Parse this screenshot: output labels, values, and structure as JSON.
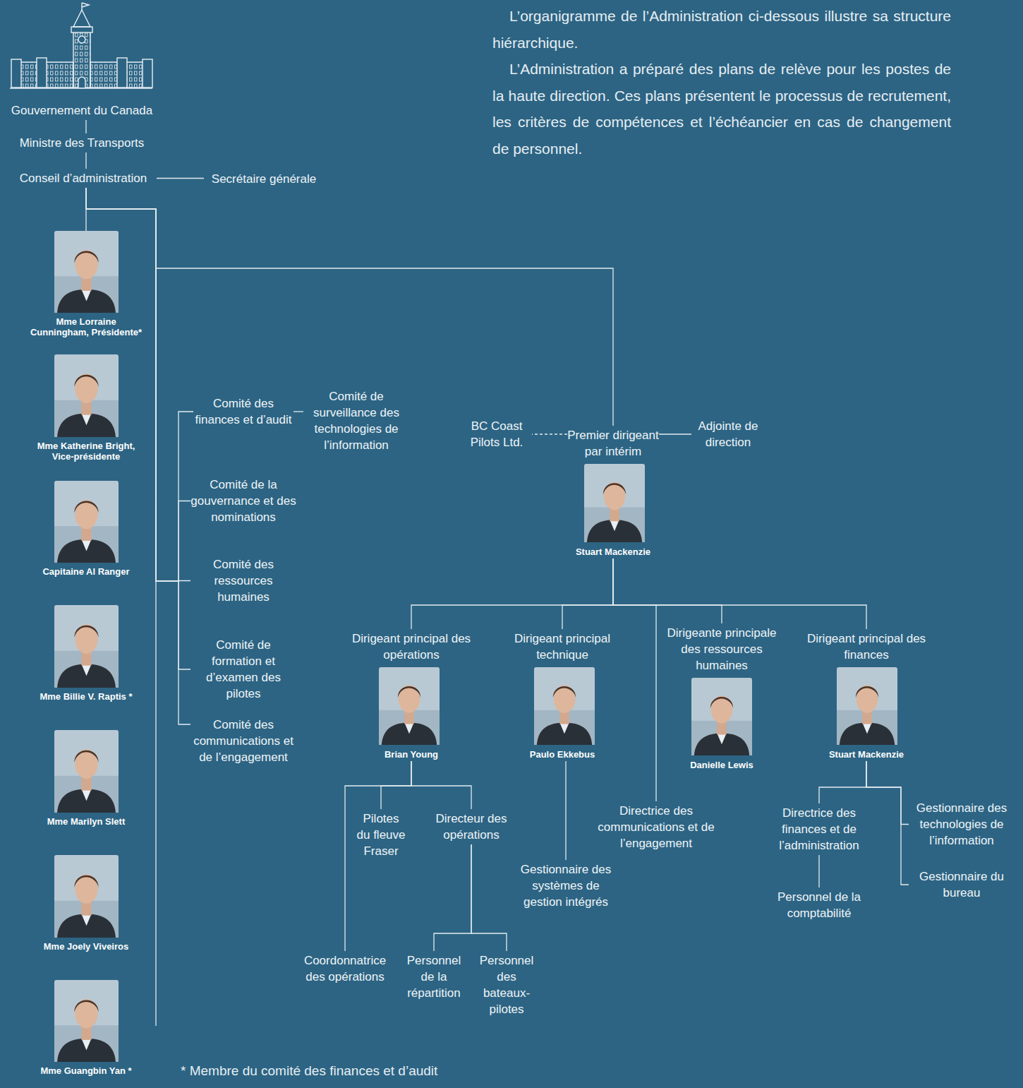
{
  "diagram": {
    "nodes": [
      {
        "text": [
          "Gouvernement du Canada"
        ]
      },
      {
        "text": [
          "Ministre des Transports"
        ]
      },
      {
        "text": [
          "Conseil d’administration"
        ]
      },
      {
        "text": [
          "Secrétaire générale"
        ]
      },
      {
        "text": [
          "Mme Lorraine Cunningham, Présidente*"
        ]
      },
      {
        "text": [
          "Mme Katherine Bright, Vice-présidente"
        ]
      },
      {
        "text": [
          "Capitaine Al Ranger"
        ]
      },
      {
        "text": [
          "Mme Billie V. Raptis *"
        ]
      },
      {
        "text": [
          "Mme Marilyn Slett"
        ]
      },
      {
        "text": [
          "Mme Joely Viveiros"
        ]
      },
      {
        "text": [
          "Mme Guangbin Yan *"
        ]
      },
      {
        "text": [
          "Comité des finances et d’audit"
        ]
      },
      {
        "text": [
          "Comité de surveillance des technologies de l’information"
        ]
      },
      {
        "text": [
          "Comité de la gouvernance et des nominations"
        ]
      },
      {
        "text": [
          "Comité des ressources humaines"
        ]
      },
      {
        "text": [
          "Comité de formation et d’examen des pilotes"
        ]
      },
      {
        "text": [
          "Comité des communications et de l’engagement"
        ]
      },
      {
        "text": [
          "Premier dirigeant par intérim",
          "Stuart Mackenzie"
        ]
      },
      {
        "text": [
          "BC Coast Pilots Ltd."
        ]
      },
      {
        "text": [
          "Adjointe de direction"
        ]
      },
      {
        "text": [
          "Dirigeant principal des opérations",
          "Brian Young"
        ]
      },
      {
        "text": [
          "Dirigeant principal technique",
          "Paulo Ekkebus"
        ]
      },
      {
        "text": [
          "Dirigeante principale des ressources humaines",
          "Danielle Lewis"
        ]
      },
      {
        "text": [
          "Dirigeant principal des finances",
          "Stuart Mackenzie"
        ]
      },
      {
        "text": [
          "Pilotes du fleuve Fraser"
        ]
      },
      {
        "text": [
          "Directeur des opérations"
        ]
      },
      {
        "text": [
          "Coordonnatrice des opérations"
        ]
      },
      {
        "text": [
          "Personnel de la répartition"
        ]
      },
      {
        "text": [
          "Personnel des bateaux-pilotes"
        ]
      },
      {
        "text": [
          "Gestionnaire des systèmes de gestion intégrés"
        ]
      },
      {
        "text": [
          "Directrice des communications et de l’engagement"
        ]
      },
      {
        "text": [
          "Directrice des finances et de l’administration"
        ]
      },
      {
        "text": [
          "Gestionnaire des technologies de l’information"
        ]
      },
      {
        "text": [
          "Gestionnaire du bureau"
        ]
      },
      {
        "text": [
          "Personnel de la comptabilité"
        ]
      }
    ],
    "edges": [
      {
        "from": 0,
        "to": 1,
        "arrow": "none"
      },
      {
        "from": 1,
        "to": 2,
        "arrow": "none"
      },
      {
        "from": 2,
        "to": 3,
        "arrow": "none"
      },
      {
        "from": 2,
        "to": 4,
        "arrow": "none"
      },
      {
        "from": 2,
        "to": 17,
        "arrow": "none"
      },
      {
        "from": 2,
        "to": 11,
        "arrow": "none"
      },
      {
        "from": 2,
        "to": 13,
        "arrow": "none"
      },
      {
        "from": 2,
        "to": 14,
        "arrow": "none"
      },
      {
        "from": 2,
        "to": 15,
        "arrow": "none"
      },
      {
        "from": 2,
        "to": 16,
        "arrow": "none"
      },
      {
        "from": 11,
        "to": 12,
        "arrow": "none"
      },
      {
        "from": 17,
        "to": 18,
        "arrow": "none"
      },
      {
        "from": 17,
        "to": 19,
        "arrow": "none"
      },
      {
        "from": 17,
        "to": 20,
        "arrow": "none"
      },
      {
        "from": 17,
        "to": 21,
        "arrow": "none"
      },
      {
        "from": 17,
        "to": 22,
        "arrow": "none"
      },
      {
        "from": 17,
        "to": 23,
        "arrow": "none"
      },
      {
        "from": 17,
        "to": 30,
        "arrow": "none"
      },
      {
        "from": 20,
        "to": 24,
        "arrow": "none"
      },
      {
        "from": 20,
        "to": 25,
        "arrow": "none"
      },
      {
        "from": 20,
        "to": 26,
        "arrow": "none"
      },
      {
        "from": 25,
        "to": 27,
        "arrow": "none"
      },
      {
        "from": 25,
        "to": 28,
        "arrow": "none"
      },
      {
        "from": 21,
        "to": 29,
        "arrow": "none"
      },
      {
        "from": 23,
        "to": 31,
        "arrow": "none"
      },
      {
        "from": 23,
        "to": 32,
        "arrow": "none"
      },
      {
        "from": 23,
        "to": 33,
        "arrow": "none"
      },
      {
        "from": 31,
        "to": 34,
        "arrow": "none"
      }
    ],
    "labels": [
      "L’organigramme de l’Administration ci-dessous illustre sa structure hiérarchique.",
      "L’Administration a préparé des plans de relève pour les postes de la haute direction. Ces plans présentent le processus de recrutement, les critères de compétences et l’échéancier en cas de changement de personnel.",
      "* Membre du comité des finances et d’audit"
    ]
  }
}
